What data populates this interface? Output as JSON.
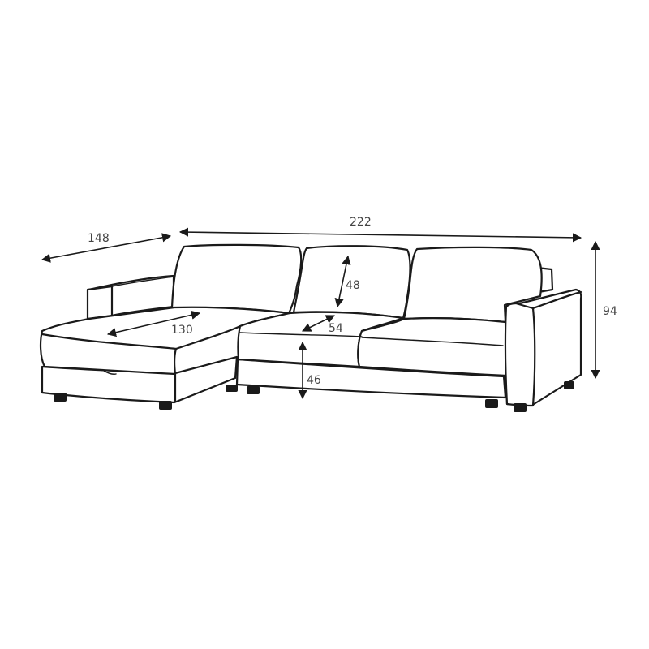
{
  "dimensions": {
    "total_depth": "148",
    "total_width": "222",
    "total_height": "94",
    "backrest_height": "48",
    "seat_depth": "54",
    "chaise_width": "130",
    "seat_height": "46"
  },
  "colors": {
    "outline": "#1a1a1a",
    "label": "#444444",
    "background": "#ffffff"
  }
}
